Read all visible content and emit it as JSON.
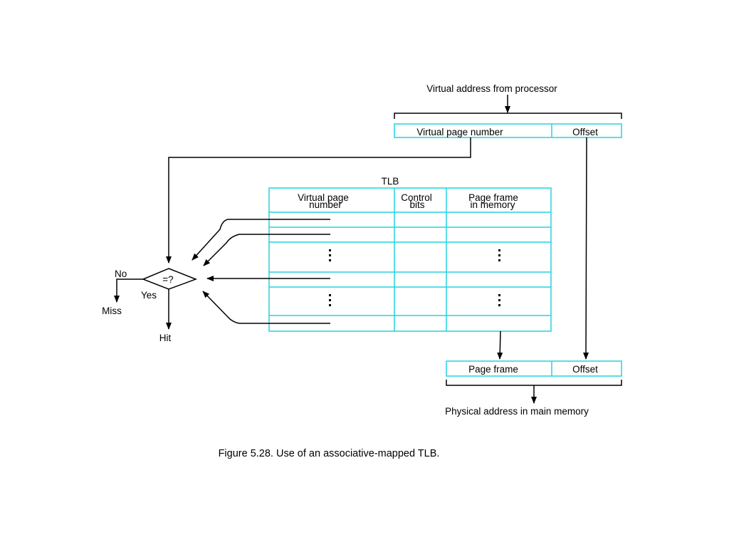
{
  "virtual_address_label": "Virtual address from processor",
  "virtual_address_fields": {
    "page_number": "Virtual page number",
    "offset": "Offset"
  },
  "tlb": {
    "title": "TLB",
    "columns": {
      "virtual_page_line1": "Virtual page",
      "virtual_page_line2": "number",
      "control_line1": "Control",
      "control_line2": "bits",
      "frame_line1": "Page frame",
      "frame_line2": "in memory"
    }
  },
  "comparator": {
    "symbol": "=?",
    "no_label": "No",
    "yes_label": "Yes",
    "miss_label": "Miss",
    "hit_label": "Hit"
  },
  "physical_address_fields": {
    "page_frame": "Page frame",
    "offset": "Offset"
  },
  "physical_address_label": "Physical address in main memory",
  "caption": "Figure 5.28. Use of an associative-mapped TLB.",
  "colors": {
    "register_outline": "#22d4e0",
    "lines": "#000000"
  }
}
